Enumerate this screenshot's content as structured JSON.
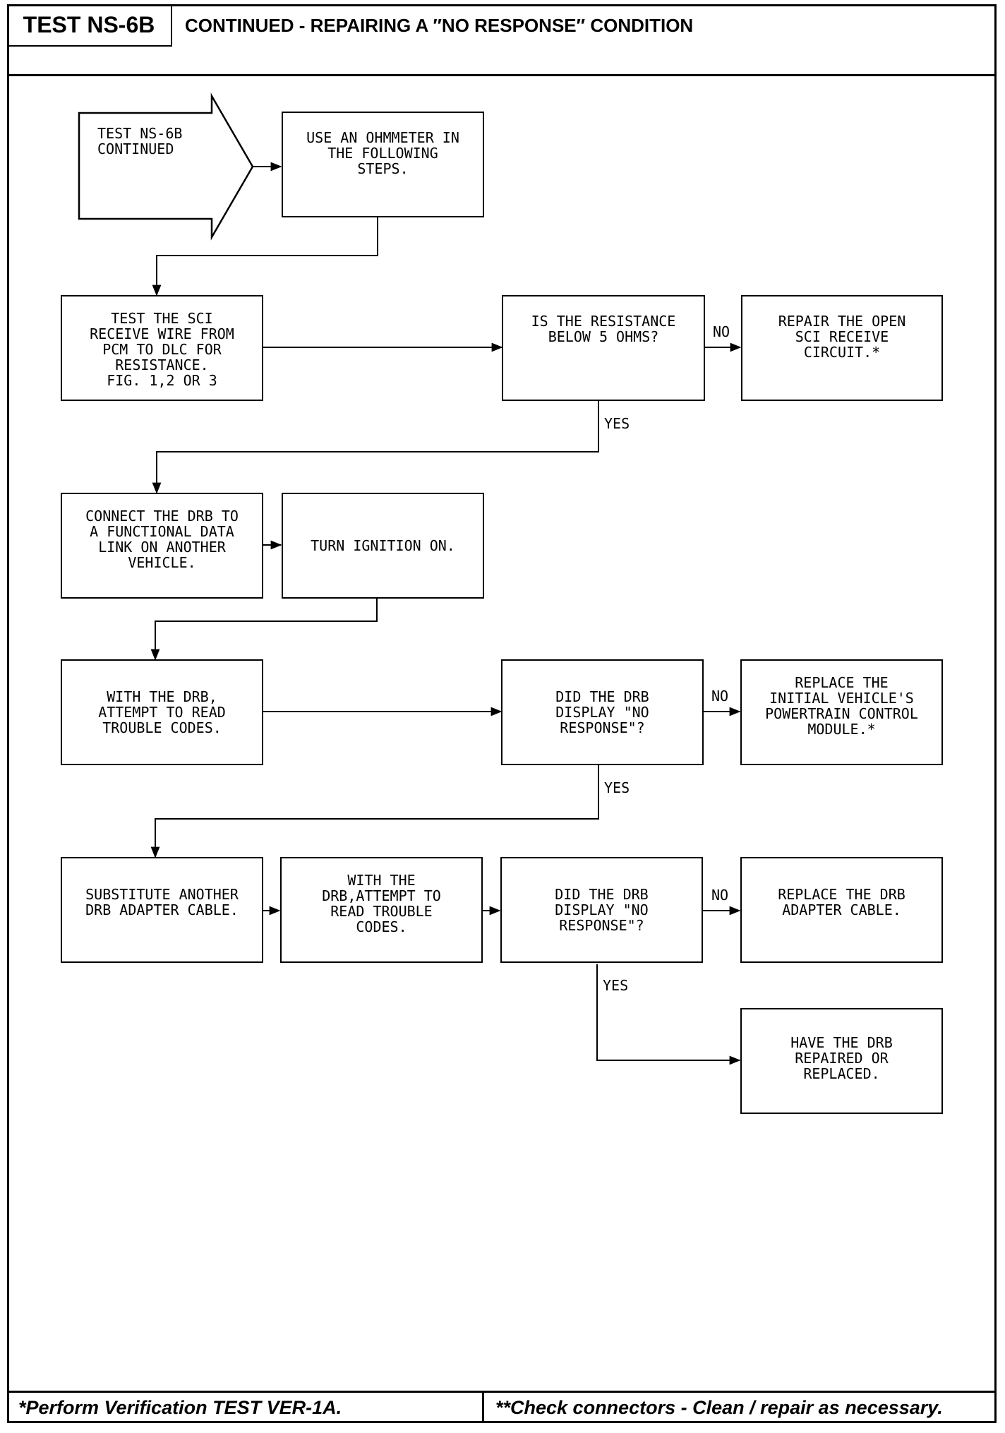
{
  "header": {
    "test_id": "TEST NS-6B",
    "subtitle": "CONTINUED - REPAIRING A ″NO RESPONSE″ CONDITION"
  },
  "flowchart": {
    "start": "TEST NS-6B\nCONTINUED",
    "use_ohmmeter": "USE AN OHMMETER IN\nTHE FOLLOWING\nSTEPS.",
    "test_sci": "TEST THE SCI\nRECEIVE WIRE FROM\nPCM TO DLC FOR\nRESISTANCE.\nFIG. 1,2 OR 3",
    "resistance_question": "IS THE RESISTANCE\nBELOW 5 OHMS?",
    "repair_open": "REPAIR THE OPEN\nSCI RECEIVE\nCIRCUIT.*",
    "connect_drb": "CONNECT THE DRB TO\nA FUNCTIONAL DATA\nLINK ON ANOTHER\nVEHICLE.",
    "ignition_on": "TURN IGNITION ON.",
    "read_codes_1": "WITH THE DRB,\nATTEMPT TO READ\nTROUBLE CODES.",
    "display_question_1": "DID THE DRB\nDISPLAY \"NO\nRESPONSE\"?",
    "replace_pcm": "REPLACE THE\nINITIAL VEHICLE'S\nPOWERTRAIN CONTROL\nMODULE.*",
    "substitute_cable": "SUBSTITUTE ANOTHER\nDRB ADAPTER CABLE.",
    "read_codes_2": "WITH THE\nDRB,ATTEMPT TO\nREAD TROUBLE\nCODES.",
    "display_question_2": "DID THE DRB\nDISPLAY \"NO\nRESPONSE\"?",
    "replace_cable": "REPLACE THE DRB\nADAPTER CABLE.",
    "repair_drb": "HAVE THE DRB\nREPAIRED OR\nREPLACED."
  },
  "labels": {
    "no": "NO",
    "yes": "YES"
  },
  "footer": {
    "left": "*Perform Verification TEST VER-1A.",
    "right": "**Check connectors - Clean / repair as necessary."
  }
}
